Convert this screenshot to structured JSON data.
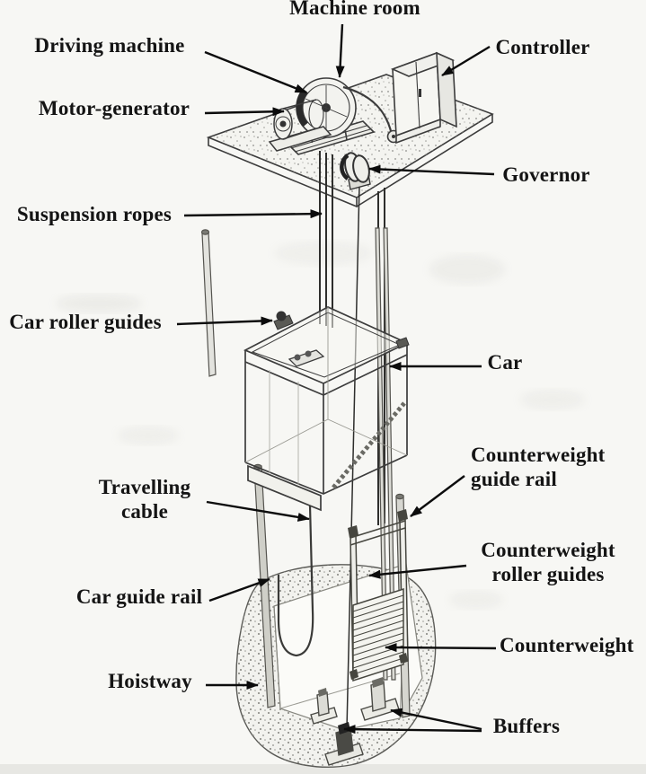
{
  "diagram": {
    "colors": {
      "background": "#f7f7f4",
      "ink": "#3c3c3c",
      "label_ink": "#141414",
      "arrow_ink": "#0c0c0c",
      "concrete_stipple": "#8e8e8a"
    },
    "labels": {
      "machine_room": "Machine room",
      "driving_machine": "Driving machine",
      "controller": "Controller",
      "motor_generator": "Motor-generator",
      "governor": "Governor",
      "suspension_ropes": "Suspension ropes",
      "car_roller_guides": "Car roller guides",
      "car": "Car",
      "counterweight_guide_rail": "Counterweight guide rail",
      "travelling_cable": "Travelling cable",
      "counterweight_roller_guides": "Counterweight roller guides",
      "car_guide_rail": "Car guide rail",
      "counterweight": "Counterweight",
      "hoistway": "Hoistway",
      "buffers": "Buffers"
    }
  }
}
